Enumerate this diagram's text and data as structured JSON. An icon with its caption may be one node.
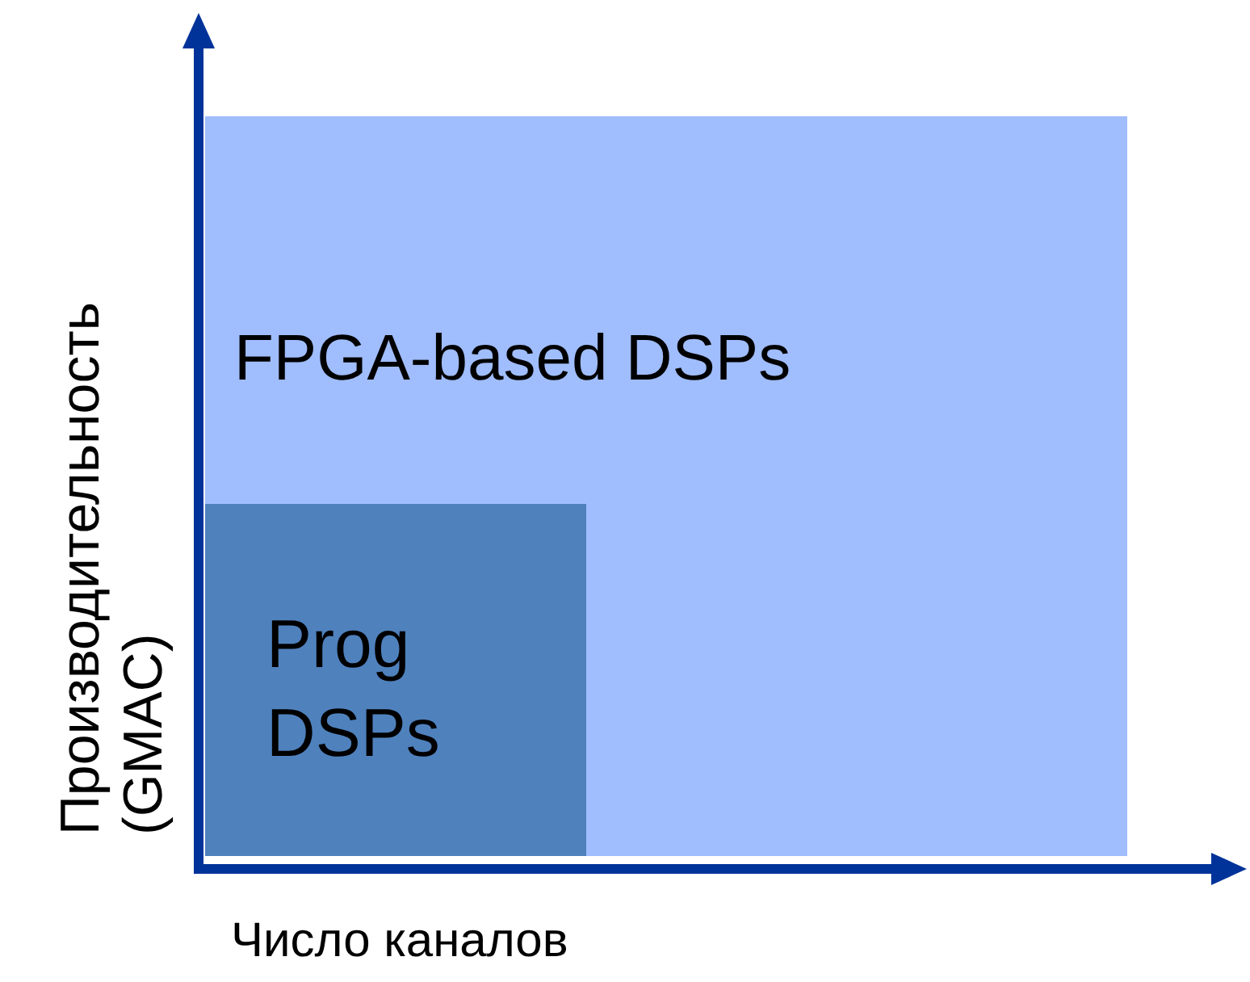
{
  "diagram": {
    "nodes": [
      {
        "text": [
          "FPGA-based DSPs"
        ]
      },
      {
        "text": [
          "Prog DSPs"
        ],
        "in": 0
      }
    ],
    "labels": [
      "Производительность (GMAC)",
      "Число каналов"
    ]
  }
}
